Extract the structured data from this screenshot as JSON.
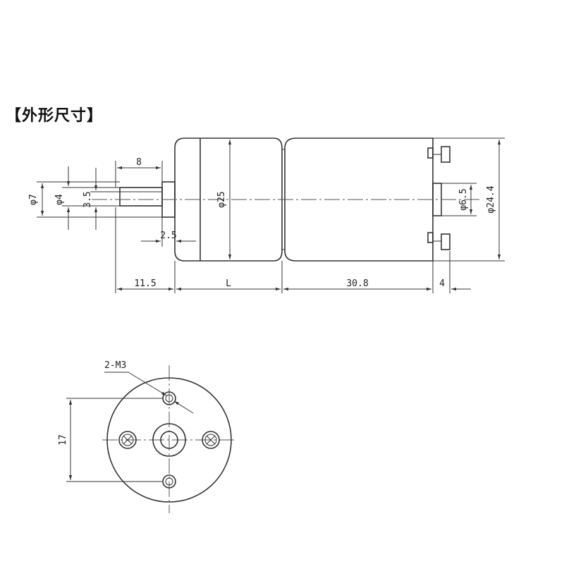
{
  "title": "【外形尺寸】",
  "side_view": {
    "dims": {
      "shaft_length": "8",
      "shaft_dia_outer": "φ7",
      "shaft_dia": "φ4",
      "shaft_flat": "3.5",
      "boss_len": "2.5",
      "gearbox_dia": "φ25",
      "motor_boss_dia": "φ6.5",
      "motor_dia": "φ24.4",
      "front_len": "11.5",
      "gearbox_len": "L",
      "motor_len": "30.8",
      "rear_len": "4"
    }
  },
  "front_view": {
    "dims": {
      "holes": "2-M3",
      "hole_spacing": "17"
    }
  },
  "colors": {
    "line": "#333333",
    "text": "#222222",
    "background": "#ffffff"
  }
}
